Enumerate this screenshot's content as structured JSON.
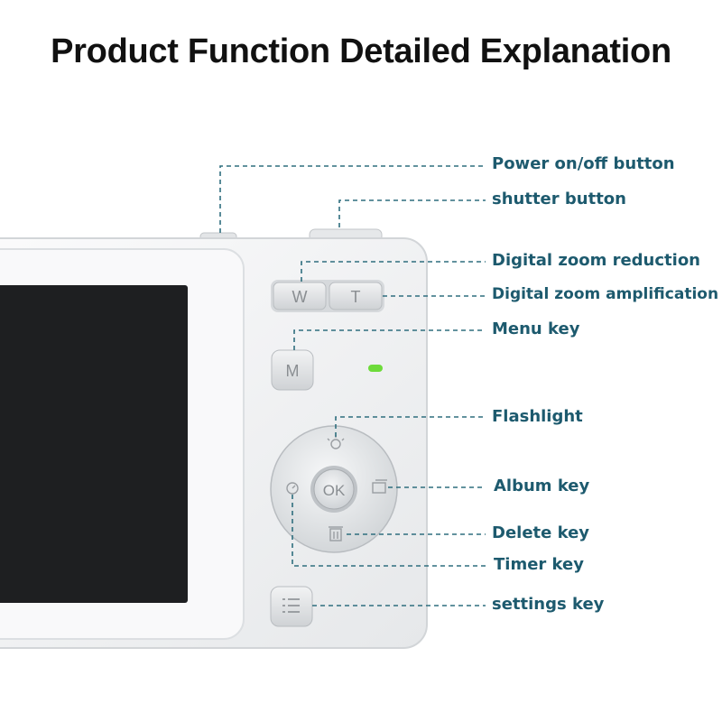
{
  "title": "Product Function Detailed Explanation",
  "colors": {
    "callout_text": "#1d5a6e",
    "leader_line": "#2f6e7e",
    "body_white": "#f4f5f6",
    "screen": "#1e1f21",
    "led": "#6ddb3a"
  },
  "icons": {
    "flashlight": "lightning-bulb-icon",
    "album": "album-icon",
    "delete": "trash-icon",
    "timer": "timer-icon",
    "settings": "list-icon"
  },
  "camera": {
    "zoom_wide_label": "W",
    "zoom_tele_label": "T",
    "menu_label": "M",
    "ok_label": "OK"
  },
  "callouts": {
    "power": "Power on/off button",
    "shutter": "shutter button",
    "zoom_reduction": "Digital zoom reduction",
    "zoom_amplification": "Digital zoom amplification",
    "menu": "Menu key",
    "flashlight": "Flashlight",
    "album": "Album key",
    "delete": "Delete key",
    "timer": "Timer key",
    "settings": "settings key"
  }
}
